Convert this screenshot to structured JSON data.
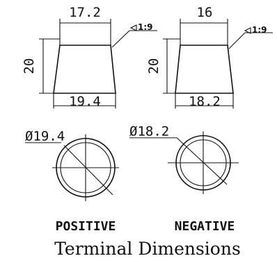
{
  "positive": {
    "top_width": "17.2",
    "height": "20",
    "bottom_width": "19.4",
    "taper": "1:9",
    "diameter": "Ø19.4",
    "label": "POSITIVE"
  },
  "negative": {
    "top_width": "16",
    "height": "20",
    "bottom_width": "18.2",
    "taper": "1:9",
    "diameter": "Ø18.2",
    "label": "NEGATIVE"
  },
  "caption": "Terminal Dimensions"
}
